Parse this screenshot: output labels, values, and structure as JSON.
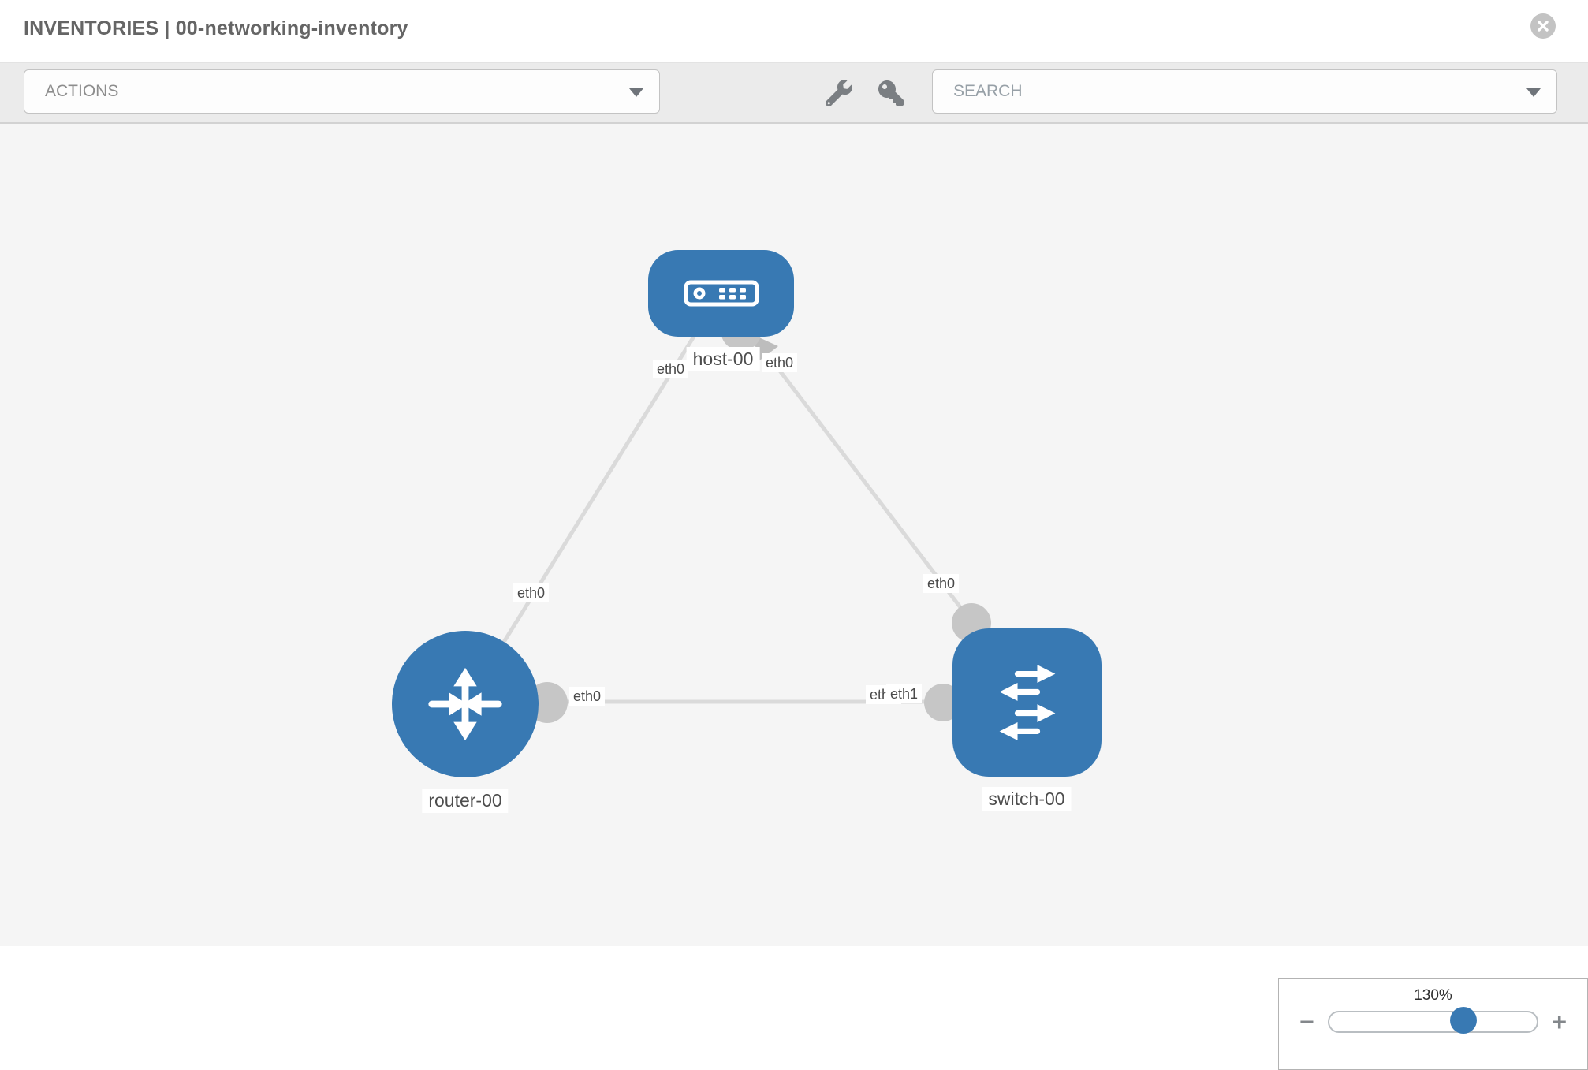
{
  "header": {
    "title": "INVENTORIES | 00-networking-inventory"
  },
  "toolbar": {
    "actions_label": "ACTIONS",
    "search_placeholder": "SEARCH"
  },
  "topology": {
    "nodes": [
      {
        "name": "host-00",
        "type": "host"
      },
      {
        "name": "router-00",
        "type": "router"
      },
      {
        "name": "switch-00",
        "type": "switch"
      }
    ],
    "links": [
      {
        "from": "router-00",
        "from_interface": "eth0",
        "to": "host-00",
        "to_interface": "eth0"
      },
      {
        "from": "host-00",
        "from_interface": "eth0",
        "to": "switch-00",
        "to_interface": "eth0"
      },
      {
        "from": "router-00",
        "from_interface": "eth0",
        "to": "switch-00",
        "to_interface": "eth1"
      }
    ],
    "interface_labels": {
      "l1_router_end": "eth0",
      "l1_host_end": "eth0",
      "l2_host_end": "eth0",
      "l2_switch_end": "eth0",
      "l3_router_end": "eth0",
      "l3_switch_end_under": "eth0",
      "l3_switch_end_over": "eth1"
    }
  },
  "zoom_control": {
    "level": "130%",
    "minus_label": "−",
    "plus_label": "+"
  },
  "colors": {
    "node_blue": "#3879b3",
    "link_gray": "#dadada",
    "port_gray": "#c6c6c6",
    "canvas_bg": "#f5f5f5"
  }
}
